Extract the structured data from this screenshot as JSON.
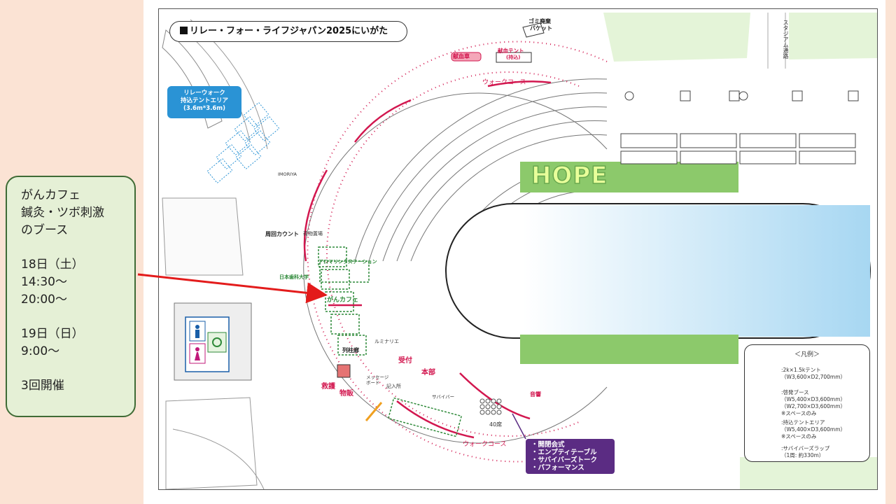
{
  "callout": {
    "line1": "がんカフェ",
    "line2": "鍼灸・ツボ刺激",
    "line3": "のブース",
    "line4": "18日（土）",
    "line5": "14:30〜",
    "line6": "20:00〜",
    "line7": "19日（日）",
    "line8": "9:00〜",
    "line9": "3回開催"
  },
  "map": {
    "title": "リレー・フォー・ライフジャパン2025にいがた",
    "hope_text": "HOPE",
    "relay_walk_area": {
      "line1": "リレーウォーク",
      "line2": "持込テントエリア",
      "line3": "(3.6m*3.6m)"
    },
    "labels": {
      "garbage": "ゴミ廃棄",
      "bucket": "バケット",
      "blood_car": "献血車",
      "blood_tent": "献血テント",
      "blood_tent_sub": "(持込)",
      "walk_course_top": "ウォークコース",
      "walk_course_bottom": "ウォークコース",
      "stadium_road": "スタジアム通路",
      "lap_count": "周回カウント",
      "luggage": "荷物置場",
      "aroma": "アロマリンクステーション",
      "gan_cafe": "がんカフェ",
      "relay_yard": "列柱廊",
      "luminaria": "ルミナリエ",
      "reception": "受付",
      "hq": "本部",
      "rescue": "救護",
      "goods": "物販",
      "message_board": "メッセージボード",
      "entry": "記入所",
      "seats_40": "40席",
      "music": "音響",
      "survivor": "サバイバー",
      "university": "日本歯科大学",
      "imoriya": "IMORIYA"
    },
    "event_box": {
      "line1": "・開閉会式",
      "line2": "・エンプティテーブル",
      "line3": "・サバイバーズトーク",
      "line4": "・パフォーマンス"
    },
    "legend": {
      "title": "＜凡例＞",
      "tent": ":2k×1.5kテント",
      "tent_sub": "（W3,600×D2,700mm）",
      "booth": ":啓発ブース",
      "booth_sub1": "（W5,400×D3,600mm）",
      "booth_sub2": "（W2,700×D3,600mm）",
      "booth_sub3": "※スペースのみ",
      "carry": ":持込テントエリア",
      "carry_sub1": "（W5,400×D3,600mm）",
      "carry_sub2": "※スペースのみ",
      "lap": ":サバイバーズラップ",
      "lap_sub": "（1周: 約330m）"
    }
  }
}
